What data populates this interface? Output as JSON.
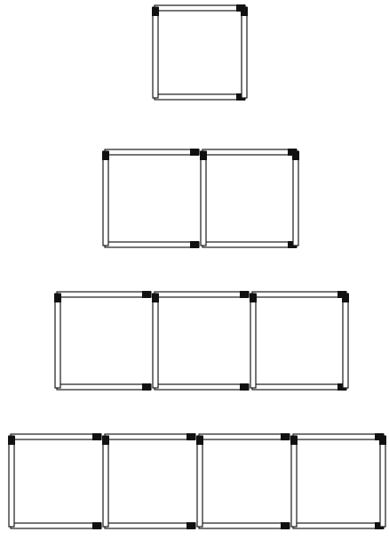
{
  "colors": {
    "background": "#ffffff",
    "stick_outline": "#1a1a1a",
    "stick_fill": "#ffffff",
    "stick_head": "#111111"
  },
  "figures": [
    {
      "squares": 1
    },
    {
      "squares": 2
    },
    {
      "squares": 3
    },
    {
      "squares": 4
    }
  ]
}
